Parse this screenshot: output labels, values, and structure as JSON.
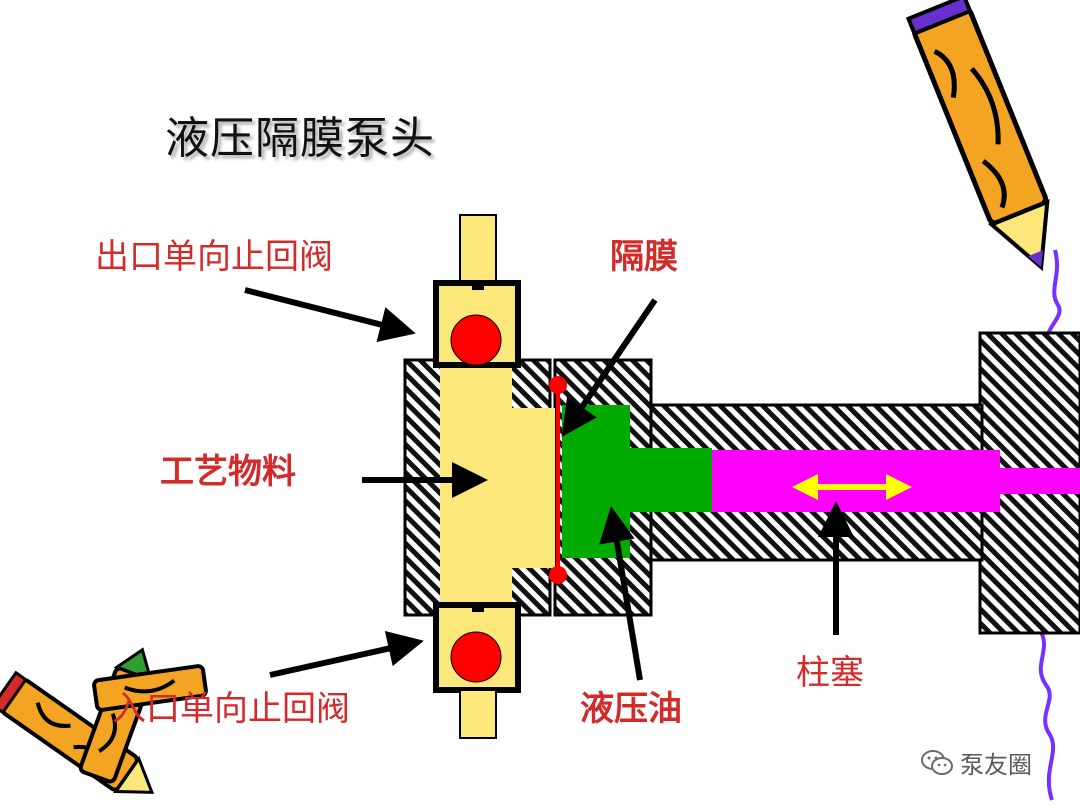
{
  "title": "液压隔膜泵头",
  "labels": {
    "outlet_valve": "出口单向止回阀",
    "diaphragm": "隔膜",
    "process_material": "工艺物料",
    "inlet_valve": "入口单向止回阀",
    "hydraulic_oil": "液压油",
    "plunger": "柱塞"
  },
  "watermark": {
    "text": "泵友圈",
    "icon": "wechat-icon"
  },
  "colors": {
    "label_red": "#d42a2a",
    "material_yellow": "#fbe77a",
    "oil_green": "#00aa00",
    "plunger_magenta": "#ff00ff",
    "ball_red": "#ff0000",
    "arrow_yellow": "#ffff00",
    "wire_purple": "#7a2fff"
  }
}
